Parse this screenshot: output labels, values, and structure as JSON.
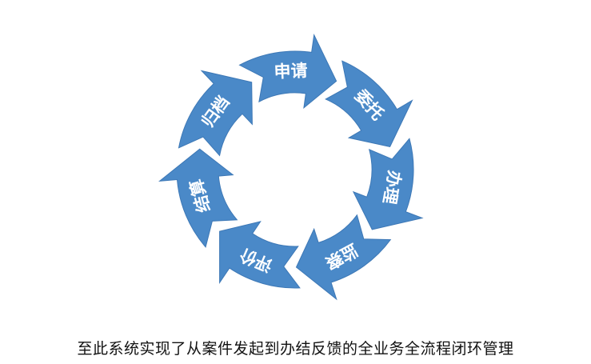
{
  "diagram": {
    "stages": [
      {
        "label": "申请"
      },
      {
        "label": "委托"
      },
      {
        "label": "办理"
      },
      {
        "label": "监察"
      },
      {
        "label": "评价"
      },
      {
        "label": "结算"
      },
      {
        "label": "归档"
      }
    ],
    "colors": {
      "arrow_fill": "#4A89C8",
      "arrow_stroke": "#3D78B6",
      "label": "#FFFFFF",
      "caption": "#111111"
    }
  },
  "caption": "至此系统实现了从案件发起到办结反馈的全业务全流程闭环管理"
}
